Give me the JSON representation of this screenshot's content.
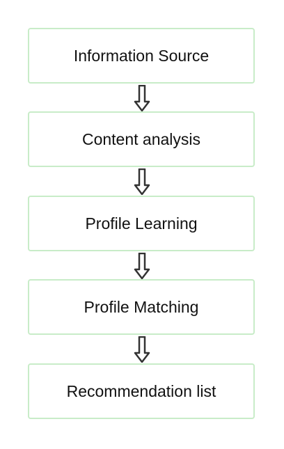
{
  "flowchart": {
    "steps": [
      {
        "label": "Information Source"
      },
      {
        "label": "Content analysis"
      },
      {
        "label": "Profile Learning"
      },
      {
        "label": "Profile Matching"
      },
      {
        "label": "Recommendation list"
      }
    ],
    "arrow_icon": "down-arrow-icon",
    "colors": {
      "box_border": "#c8ecc8",
      "arrow_stroke": "#333333",
      "text": "#111111",
      "background": "#ffffff"
    }
  }
}
